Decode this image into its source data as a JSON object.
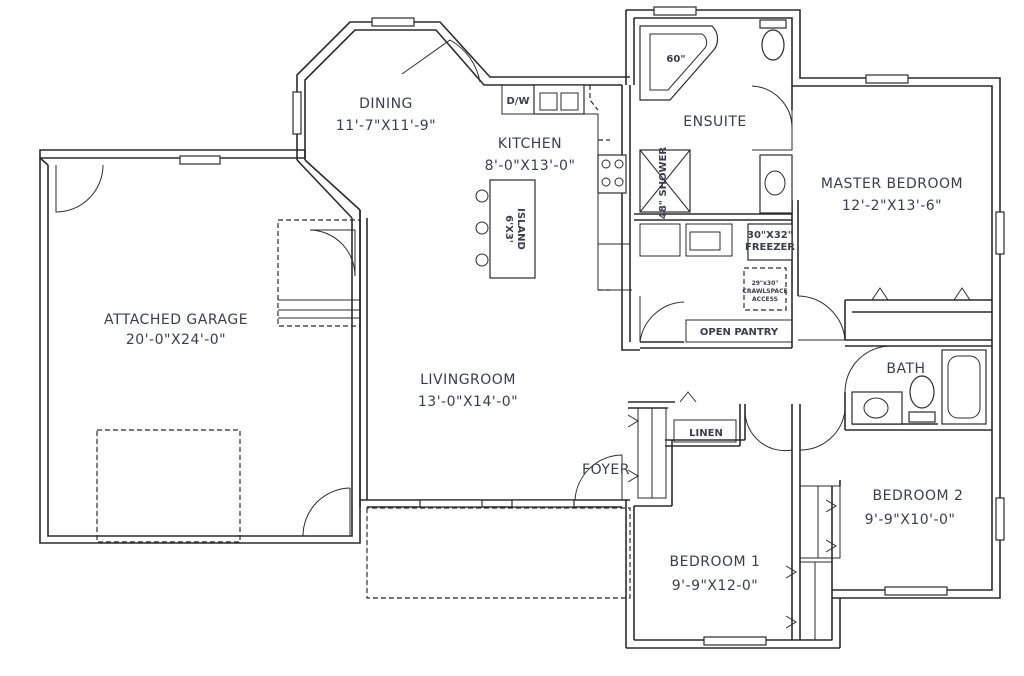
{
  "rooms": {
    "garage": {
      "name": "ATTACHED GARAGE",
      "size": "20'-0\"X24'-0\""
    },
    "dining": {
      "name": "DINING",
      "size": "11'-7\"X11'-9\""
    },
    "kitchen": {
      "name": "KITCHEN",
      "size": "8'-0\"X13'-0\""
    },
    "living": {
      "name": "LIVINGROOM",
      "size": "13'-0\"X14'-0\""
    },
    "ensuite": {
      "name": "ENSUITE"
    },
    "master": {
      "name": "MASTER BEDROOM",
      "size": "12'-2\"X13'-6\""
    },
    "bath": {
      "name": "BATH"
    },
    "bedroom1": {
      "name": "BEDROOM 1",
      "size": "9'-9\"X12-0\""
    },
    "bedroom2": {
      "name": "BEDROOM 2",
      "size": "9'-9\"X10'-0\""
    },
    "foyer": {
      "name": "FOYER"
    }
  },
  "labels": {
    "island": [
      "6'X3'",
      "ISLAND"
    ],
    "dw": "D/W",
    "tub": "60\"",
    "shower": "48\" SHOWER",
    "freezer": [
      "30\"X32\"",
      "FREEZER"
    ],
    "crawlspace": [
      "29\"x30\"",
      "CRAWLSPACE",
      "ACCESS"
    ],
    "open_pantry": "OPEN PANTRY",
    "linen": "LINEN"
  },
  "colors": {
    "text": "#3a3e4a",
    "line": "#2b2b2b",
    "background": "#ffffff"
  }
}
